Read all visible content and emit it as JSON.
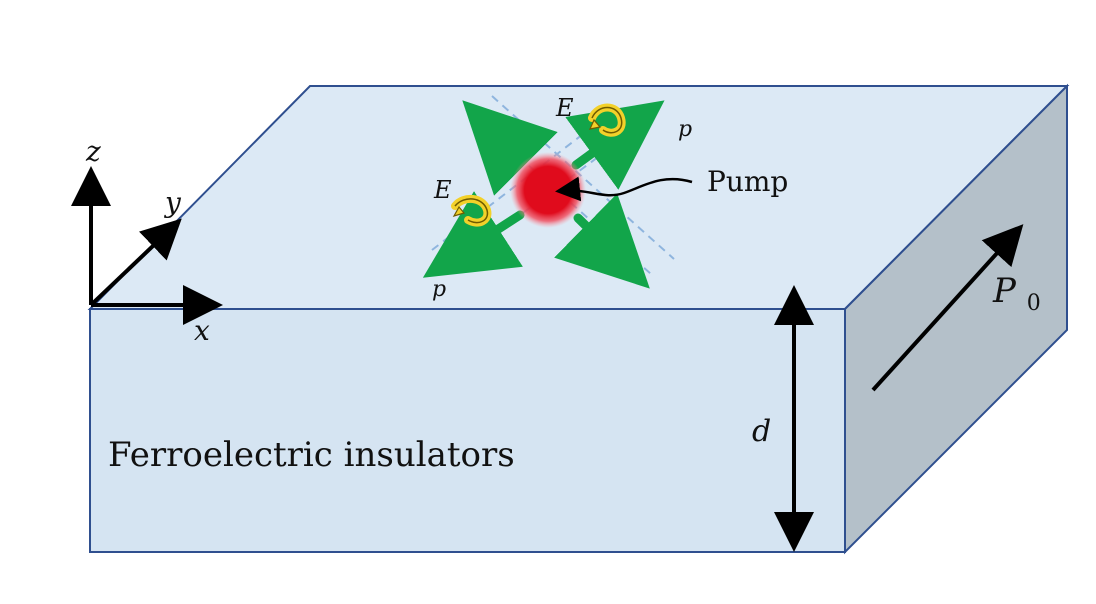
{
  "labels": {
    "axis_z": "z",
    "axis_y": "y",
    "axis_x": "x",
    "pump": "Pump",
    "field_e_top": "E",
    "field_e_left": "E",
    "momentum_top": "p",
    "momentum_bottom": "p",
    "thickness": "d",
    "polarization_main": "P",
    "polarization_sub": "0",
    "material": "Ferroelectric insulators"
  },
  "colors": {
    "top_face": "#dce9f5",
    "front_face": "#d5e4f2",
    "side_face": "#b4c0c9",
    "edge": "#2f4f8f",
    "green_arrow": "#12a54a",
    "pump_spot": "#e00b1c",
    "circulation": "#f3d12a",
    "dashed_guide": "#8fb5de"
  },
  "icons": {
    "pump_spot": "red-glow-circle",
    "field_circulation": "curved-arrow-icon"
  }
}
